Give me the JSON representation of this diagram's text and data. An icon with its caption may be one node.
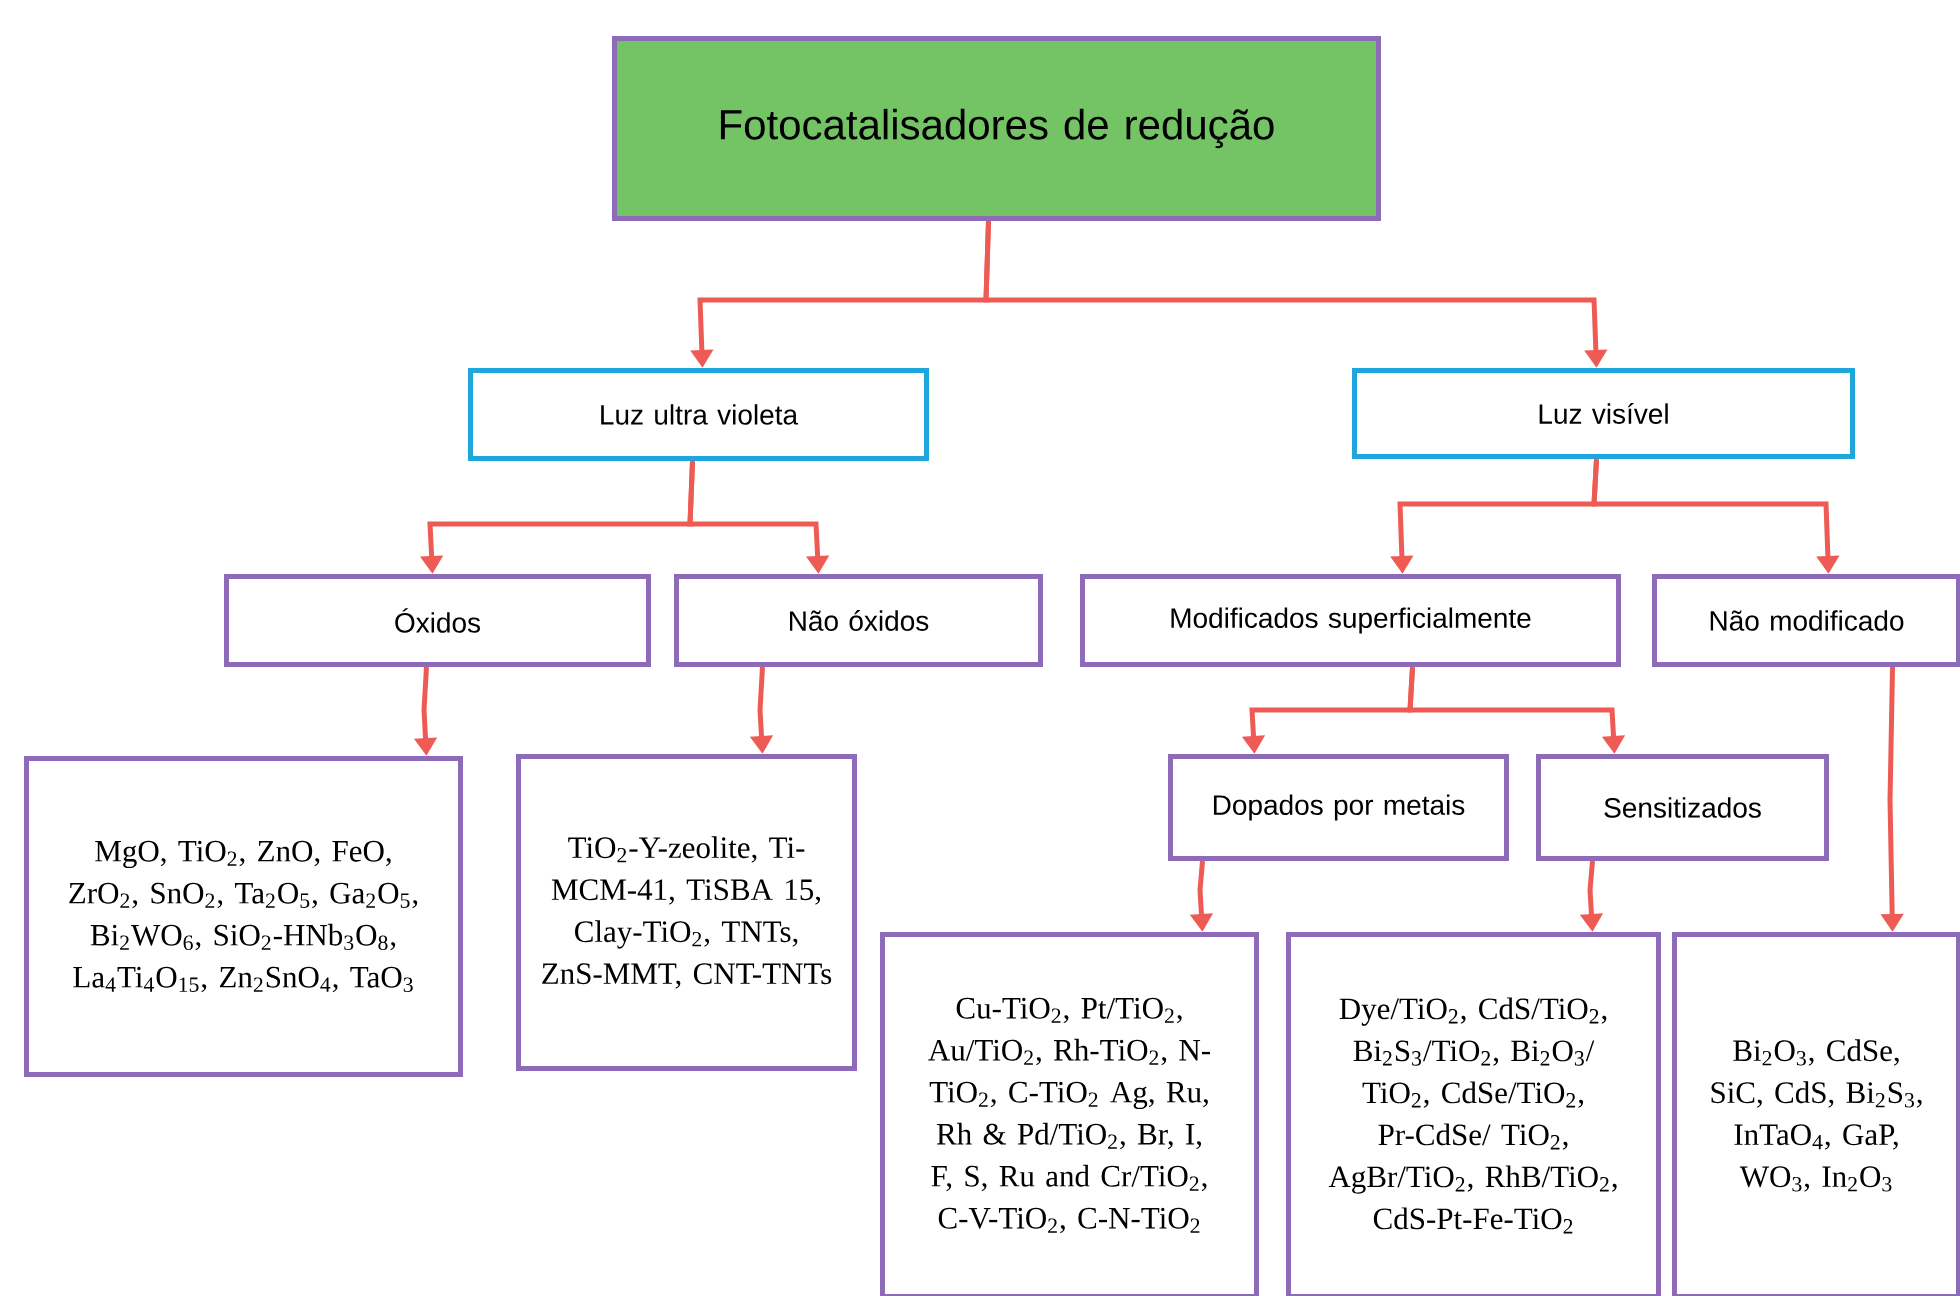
{
  "diagram": {
    "nodes": [
      {
        "text": [
          "Fotocatalisadores de redução"
        ]
      },
      {
        "text": [
          "Luz ultra violeta"
        ]
      },
      {
        "text": [
          "Luz visível"
        ]
      },
      {
        "text": [
          "Óxidos"
        ]
      },
      {
        "text": [
          "Não óxidos"
        ]
      },
      {
        "text": [
          "Modificados superficialmente"
        ]
      },
      {
        "text": [
          "Não modificado"
        ]
      },
      {
        "text": [
          "MgO, TiO$_{2}$, ZnO, FeO, ZrO$_{2}$, SnO$_{2}$, Ta$_{2}$O$_{5}$, Ga$_{2}$O$_{5}$, Bi$_{2}$WO$_{6}$, SiO$_{2}$-HNb$_{3}$O$_{8}$, La$_{4}$Ti$_{4}$O$_{15}$, Zn$_{2}$SnO$_{4}$, TaO$_{3}$"
        ]
      },
      {
        "text": [
          "TiO$_{2}$-Y-zeolite, Ti-MCM-41, TiSBA 15, Clay-TiO$_{2}$, TNTs, ZnS-MMT, CNT-TNTs"
        ]
      },
      {
        "text": [
          "Dopados por metais"
        ]
      },
      {
        "text": [
          "Sensitizados"
        ]
      },
      {
        "text": [
          "Cu-TiO$_{2}$, Pt/TiO$_{2}$, Au/TiO$_{2}$, Rh-TiO$_{2}$, N-TiO$_{2}$, C-TiO$_{2}$ Ag, Ru, Rh & Pd/TiO$_{2}$, Br, I, F, S, Ru and Cr/TiO$_{2}$, C-V-TiO$_{2}$, C-N-TiO$_{2}$"
        ]
      },
      {
        "text": [
          "Dye/TiO$_{2}$, CdS/TiO$_{2}$, Bi$_{2}$S$_{3}$/TiO$_{2}$, Bi$_{2}$O$_{3}$/ TiO$_{2}$, CdSe/TiO$_{2}$, Pr-CdSe/ TiO$_{2}$, AgBr/TiO$_{2}$, RhB/TiO$_{2}$, CdS-Pt-Fe-TiO$_{2}$"
        ]
      },
      {
        "text": [
          "Bi$_{2}$O$_{3}$, CdSe, SiC, CdS, Bi$_{2}$S$_{3}$, InTaO$_{4}$, GaP, WO$_{3}$, In$_{2}$O$_{3}$"
        ]
      }
    ],
    "edges": [
      {
        "from": 0,
        "to": 1,
        "arrow": "to"
      },
      {
        "from": 0,
        "to": 2,
        "arrow": "to"
      },
      {
        "from": 1,
        "to": 3,
        "arrow": "to"
      },
      {
        "from": 1,
        "to": 4,
        "arrow": "to"
      },
      {
        "from": 2,
        "to": 5,
        "arrow": "to"
      },
      {
        "from": 2,
        "to": 6,
        "arrow": "to"
      },
      {
        "from": 3,
        "to": 7,
        "arrow": "to"
      },
      {
        "from": 4,
        "to": 8,
        "arrow": "to"
      },
      {
        "from": 5,
        "to": 9,
        "arrow": "to"
      },
      {
        "from": 5,
        "to": 10,
        "arrow": "to"
      },
      {
        "from": 9,
        "to": 11,
        "arrow": "to"
      },
      {
        "from": 10,
        "to": 12,
        "arrow": "to"
      },
      {
        "from": 6,
        "to": 13,
        "arrow": "to"
      }
    ]
  }
}
